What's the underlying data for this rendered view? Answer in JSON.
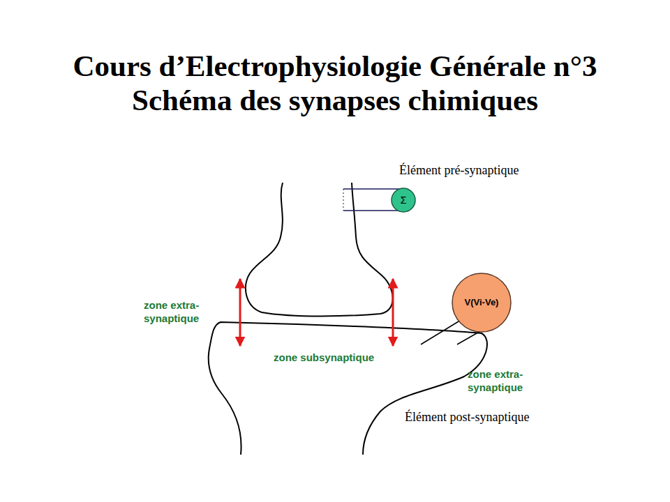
{
  "diagram": {
    "title": "Cours d’Electrophysiologie Générale n°3 Schéma des synapses chimiques",
    "nodes": [
      {
        "text": [
          "Σ"
        ]
      },
      {
        "text": [
          "V(Vi-Ve)"
        ]
      }
    ],
    "labels": [
      "Élément pré-synaptique",
      "zone extra- synaptique",
      "zone subsynaptique",
      "zone extra- synaptique",
      "Élément post-synaptique"
    ]
  }
}
